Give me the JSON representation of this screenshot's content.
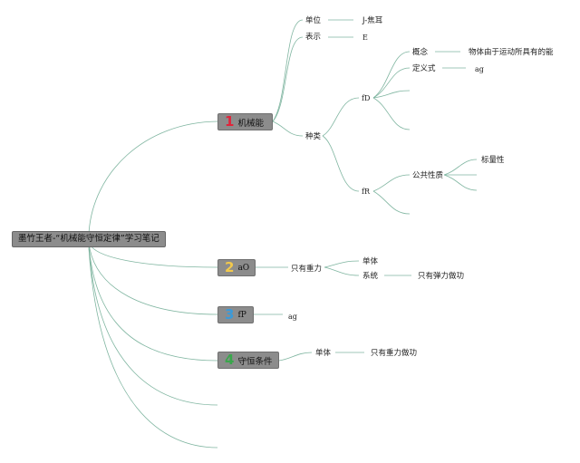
{
  "root": {
    "label": "墨竹王者-“机械能守恒定律”学习笔记"
  },
  "colors": {
    "line": "#7fb5a0",
    "box": "#8c8c8c",
    "num1": "#e0243a",
    "num2": "#f2c94c",
    "num3": "#3a9ad9",
    "num4": "#3aa64c"
  },
  "branches": [
    {
      "num": "1",
      "label": "机械能"
    },
    {
      "num": "2",
      "label": "aO"
    },
    {
      "num": "3",
      "label": "fP"
    },
    {
      "num": "4",
      "label": "守恒条件"
    }
  ],
  "b1": {
    "unit_label": "单位",
    "unit_value": "J-焦耳",
    "symbol_label": "表示",
    "symbol_value": "E",
    "kinds_label": "种类",
    "fd_label": "fD",
    "concept_label": "概念",
    "concept_value": "物体由于运动所具有的能",
    "definition_label": "定义式",
    "definition_value": "ag",
    "fr_label": "fR",
    "common_label": "公共性质",
    "scalar_label": "标量性"
  },
  "b2": {
    "condition_label": "只有重力",
    "single_label": "单体",
    "system_label": "系统",
    "system_value": "只有弹力做功"
  },
  "b3": {
    "formula": "ag"
  },
  "b4": {
    "single_label": "单体",
    "single_value": "只有重力做功"
  }
}
